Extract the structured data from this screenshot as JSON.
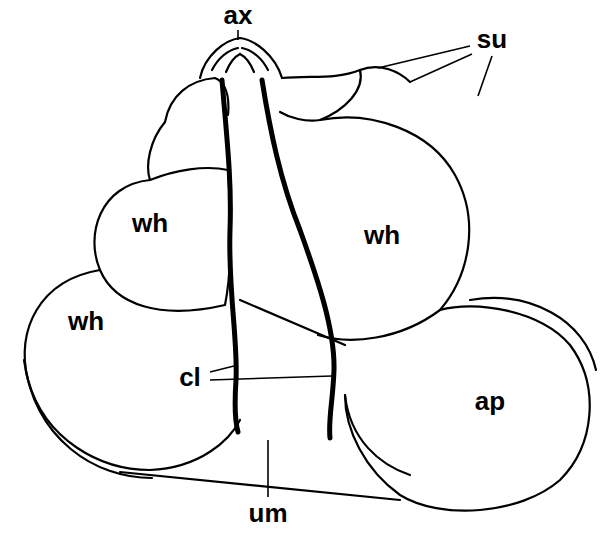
{
  "diagram": {
    "labels": [
      "ax",
      "su",
      "wh",
      "wh",
      "wh",
      "cl",
      "ap",
      "um"
    ]
  }
}
